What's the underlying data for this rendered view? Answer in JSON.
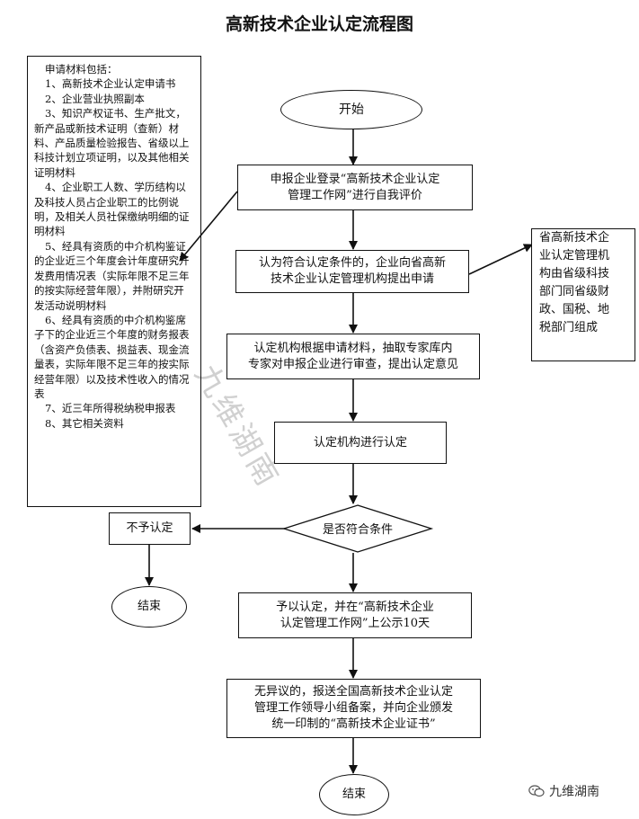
{
  "title": "高新技术企业认定流程图",
  "materials": {
    "header": "申请材料包括：",
    "items": [
      "1、高新技术企业认定申请书",
      "2、企业营业执照副本",
      "3、知识产权证书、生产批文，新产品或新技术证明（查新）材料、产品质量检验报告、省级以上科技计划立项证明，以及其他相关证明材料",
      "4、企业职工人数、学历结构以及科技人员占企业职工的比例说明，及相关人员社保缴纳明细的证明材料",
      "5、经具有资质的中介机构鉴证的企业近三个年度会计年度研究开发费用情况表（实际年限不足三年的按实际经营年限），并附研究开发活动说明材料",
      "6、经具有资质的中介机构鉴席子下的企业近三个年度的财务报表（含资产负债表、损益表、现金流量表，实际年限不足三年的按实际经营年限）以及技术性收入的情况表",
      "7、近三年所得税纳税申报表",
      "8、其它相关资料"
    ]
  },
  "flow": {
    "start": "开始",
    "step1": [
      "申报企业登录“高新技术企业认定",
      "管理工作网”进行自我评价"
    ],
    "step2": [
      "认为符合认定条件的，企业向省高新",
      "技术企业认定管理机构提出申请"
    ],
    "step3": [
      "认定机构根据申请材料，抽取专家库内",
      "专家对申报企业进行审查，提出认定意见"
    ],
    "step4": "认定机构进行认定",
    "decision": "是否符合条件",
    "reject": "不予认定",
    "end_left": "结束",
    "step5": [
      "予以认定，并在“高新技术企业",
      "认定管理工作网”上公示10天"
    ],
    "step6": [
      "无异议的，报送全国高新技术企业认定",
      "管理工作领导小组备案，并向企业颁发",
      "统一印制的“高新技术企业证书”"
    ],
    "end": "结束"
  },
  "province_box": [
    "省高新技术企",
    "业认定管理机",
    "构由省级科技",
    "部门同省级财",
    "政、国税、地",
    "税部门组成"
  ],
  "watermark": "九维湖南",
  "brand": "九维湖南"
}
